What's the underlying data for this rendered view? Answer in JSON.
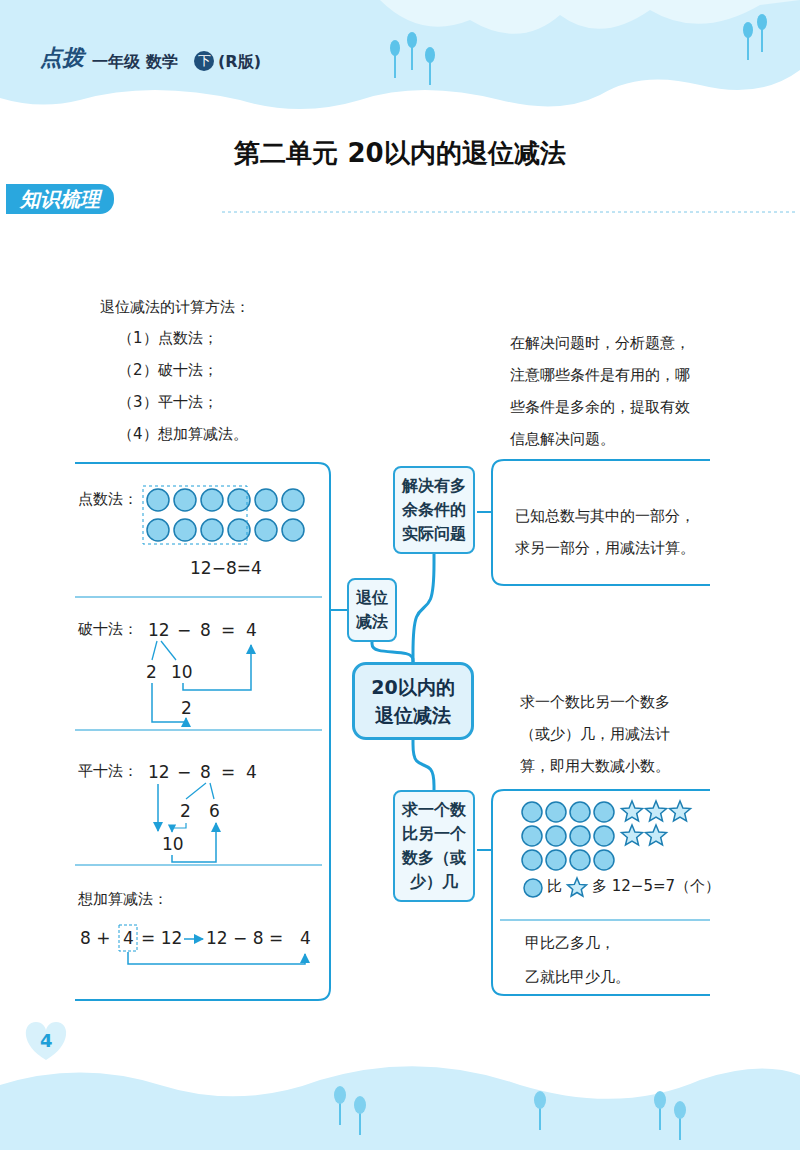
{
  "diagram": {
    "title": "第二单元 20以内的退位减法",
    "nodes": [
      {
        "text": [
          "20以内的退位减法"
        ]
      },
      {
        "text": [
          "退位减法"
        ]
      },
      {
        "text": [
          "解决有多余条件的实际问题"
        ]
      },
      {
        "text": [
          "求一个数比另一个数多（或少）几"
        ]
      }
    ],
    "edges": [
      {
        "from": 0,
        "to": 1,
        "arrow": "none"
      },
      {
        "from": 0,
        "to": 2,
        "arrow": "none"
      },
      {
        "from": 0,
        "to": 3,
        "arrow": "none"
      }
    ],
    "labels": [
      "点拨",
      "一年级 数学",
      "下",
      "(R版)",
      "知识梳理",
      "退位减法的计算方法：",
      "（1）点数法；",
      "（2）破十法；",
      "（3）平十法；",
      "（4）想加算减法。",
      "在解决问题时，分析题意，注意哪些条件是有用的，哪些条件是多余的，提取有效信息解决问题。",
      "已知总数与其中的一部分，求另一部分，用减法计算。",
      "求一个数比另一个数多（或少）几，用减法计算，即用大数减小数。",
      "点数法：",
      "12−8=4",
      "破十法：",
      "12",
      "−",
      "8",
      "=",
      "4",
      "2",
      "10",
      "2",
      "平十法：",
      "12",
      "−",
      "8",
      "=",
      "4",
      "2",
      "6",
      "10",
      "想加算减法：",
      "8 +",
      "4",
      "= 12",
      "12 − 8 =",
      "4",
      "比",
      "多 12−5=7（个）",
      "甲比乙多几，",
      "乙就比甲少几。",
      "4"
    ]
  }
}
